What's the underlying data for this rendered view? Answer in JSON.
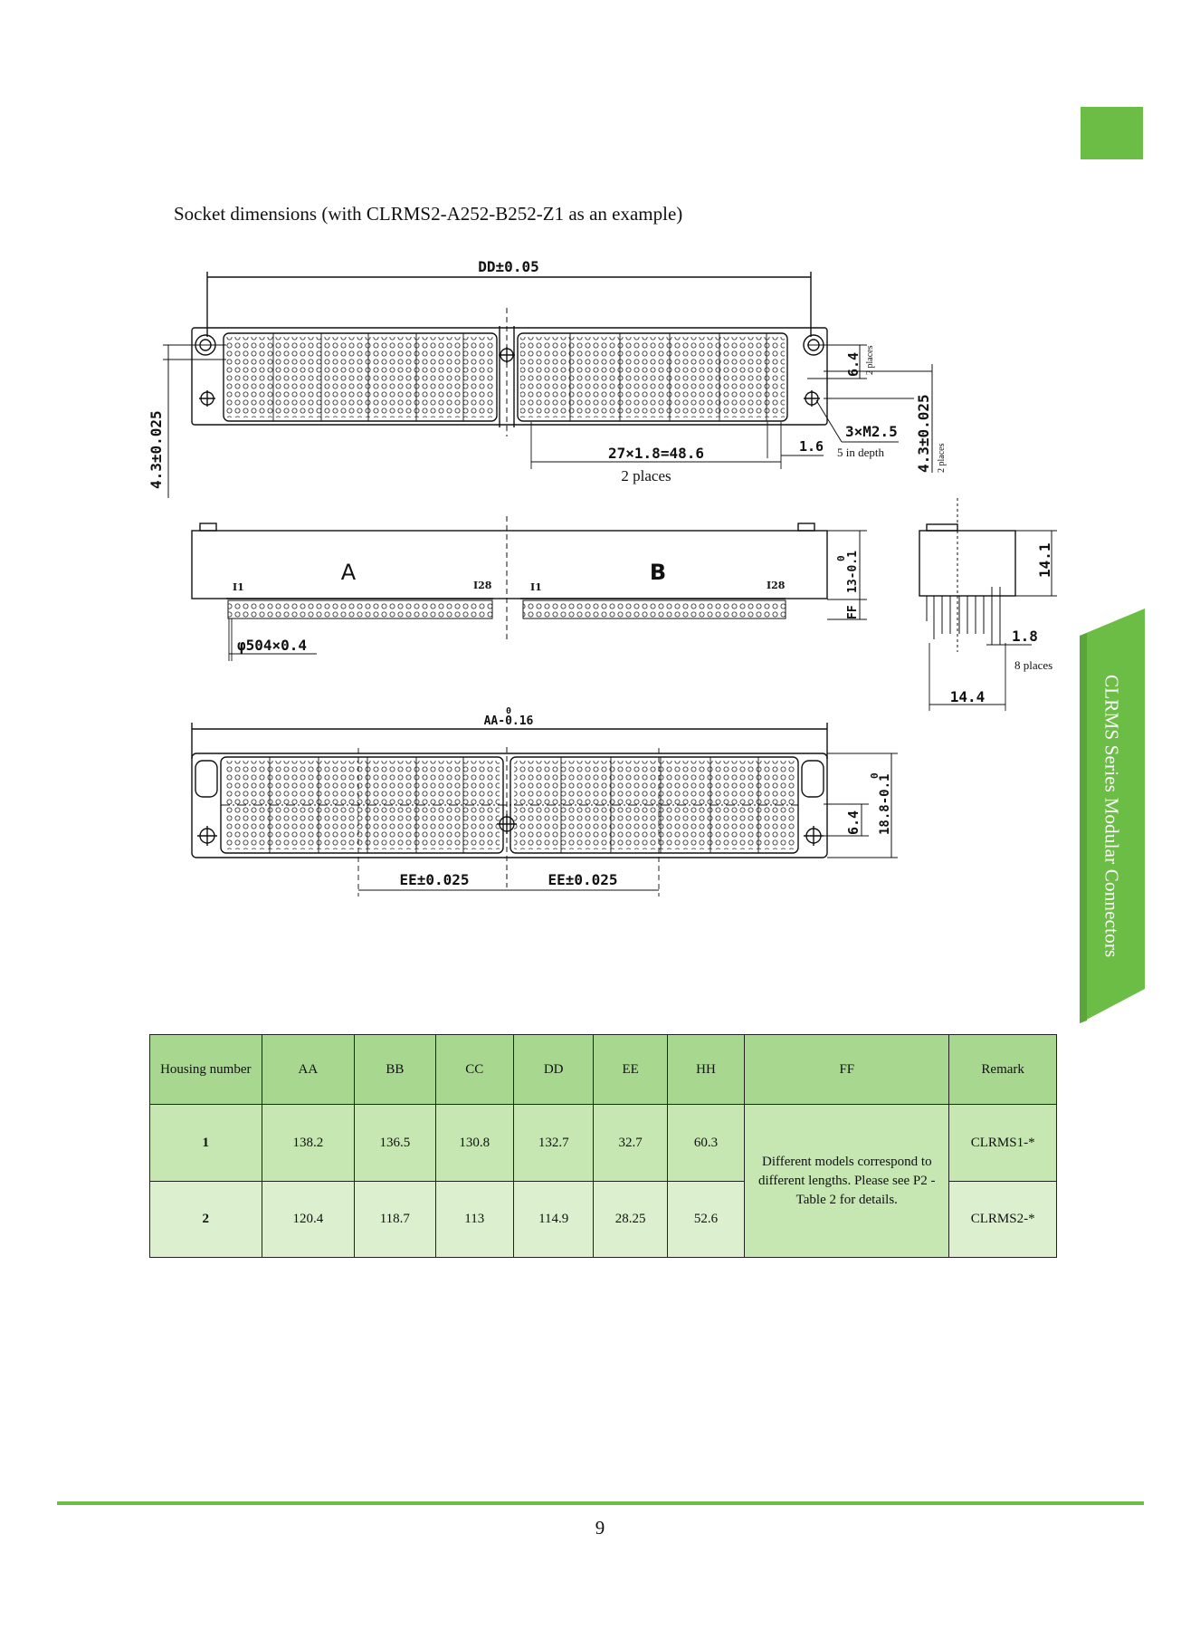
{
  "side_tab": {
    "text": "CLRMS Series Modular Connectors"
  },
  "caption": "Socket dimensions (with CLRMS2-A252-B252-Z1 as an example)",
  "drawing": {
    "dim_dd": "DD±0.05",
    "dim_43_left": "4.3±0.025",
    "dim_64_top": "6.4",
    "places_2_a": "2 places",
    "dim_3xm25": "3×M2.5",
    "depth_5": "5 in depth",
    "dim_16": "1.6",
    "dim_27x18": "27×1.8=48.6",
    "places_2_b": "2 places",
    "dim_43_right": "4.3±0.025",
    "places_2_c": "2 places",
    "label_a": "A",
    "label_b": "B",
    "pin_i1_a": "I1",
    "pin_i28_a": "I28",
    "pin_i1_b": "I1",
    "pin_i28_b": "I28",
    "dim_13": "13-0.1",
    "dim_13_sup": "0",
    "dim_ff": "FF",
    "dim_141": "14.1",
    "dim_phi": "φ504×0.4",
    "dim_18": "1.8",
    "places_8": "8 places",
    "dim_144": "14.4",
    "dim_aa": "AA-0.16",
    "dim_aa_sup": "0",
    "dim_64_bottom": "6.4",
    "dim_188": "18.8-0.1",
    "dim_188_sup": "0",
    "dim_ee_left": "EE±0.025",
    "dim_ee_right": "EE±0.025"
  },
  "table": {
    "headers": [
      "Housing number",
      "AA",
      "BB",
      "CC",
      "DD",
      "EE",
      "HH",
      "FF",
      "Remark"
    ],
    "rows": [
      [
        "1",
        "138.2",
        "136.5",
        "130.8",
        "132.7",
        "32.7",
        "60.3",
        "CLRMS1-*"
      ],
      [
        "2",
        "120.4",
        "118.7",
        "113",
        "114.9",
        "28.25",
        "52.6",
        "CLRMS2-*"
      ]
    ],
    "ff_note": "Different models correspond to different lengths. Please see P2 - Table 2 for details."
  },
  "page_number": "9",
  "colors": {
    "brand_green": "#6cbd45",
    "header_fill": "#a8d88f",
    "row1_fill": "#c6e6b2",
    "row2_fill": "#dcf0cf"
  }
}
